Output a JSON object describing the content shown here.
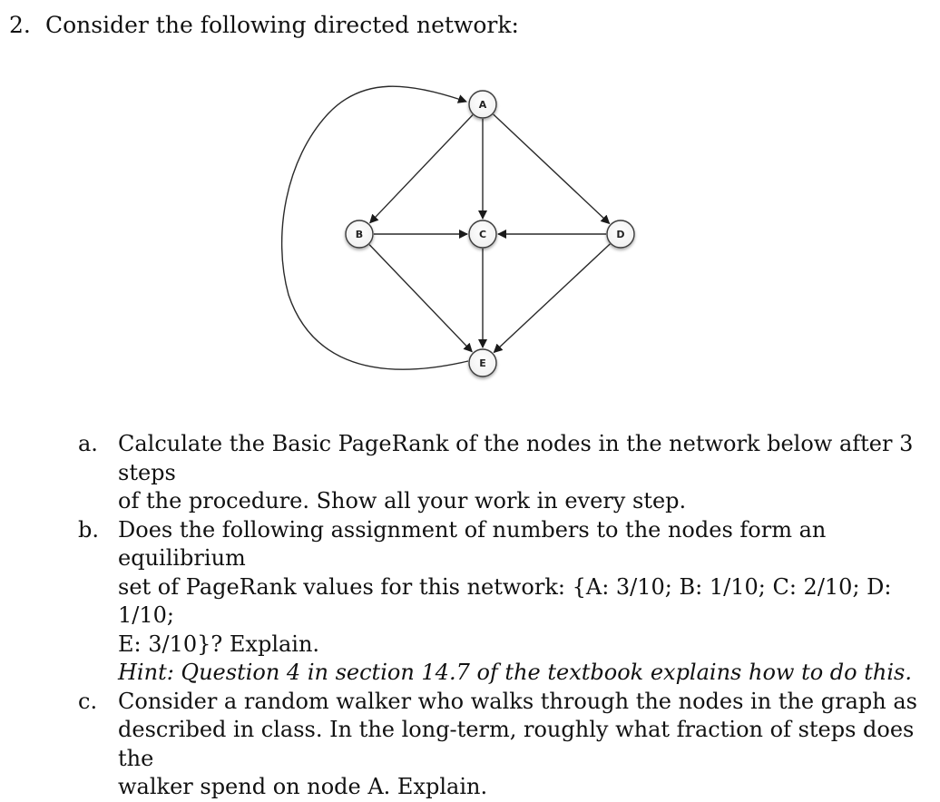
{
  "question": {
    "number": "2.",
    "text": "Consider the following directed network:"
  },
  "network": {
    "nodes": [
      "A",
      "B",
      "C",
      "D",
      "E"
    ],
    "edges": [
      [
        "A",
        "B"
      ],
      [
        "A",
        "C"
      ],
      [
        "A",
        "D"
      ],
      [
        "B",
        "C"
      ],
      [
        "B",
        "E"
      ],
      [
        "C",
        "E"
      ],
      [
        "D",
        "C"
      ],
      [
        "D",
        "E"
      ],
      [
        "E",
        "A"
      ]
    ]
  },
  "parts": [
    {
      "letter": "a.",
      "lines": [
        "Calculate the Basic PageRank of the nodes in the network below after 3 steps",
        "of the procedure. Show all your work in every step."
      ]
    },
    {
      "letter": "b.",
      "lines": [
        "Does the following assignment of numbers to the nodes form an equilibrium",
        "set of PageRank values for this network: {A: 3/10; B: 1/10; C: 2/10; D: 1/10;",
        "E: 3/10}? Explain."
      ],
      "hint": "Hint: Question 4 in section 14.7 of the textbook explains how to do this."
    },
    {
      "letter": "c.",
      "lines": [
        "Consider a random walker who walks through the nodes in the graph as",
        "described in class. In the long-term, roughly what fraction of steps does the",
        "walker spend on node A. Explain."
      ]
    }
  ]
}
